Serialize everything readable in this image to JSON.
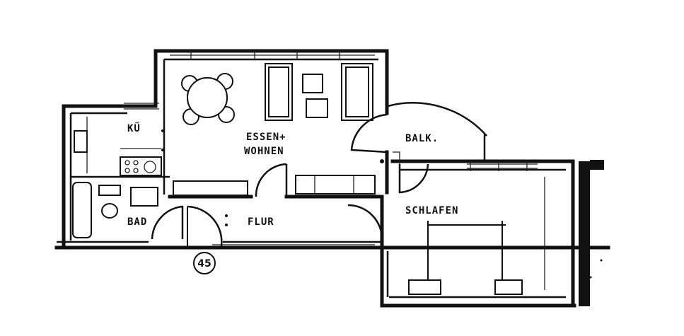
{
  "rooms": {
    "kitchen": "KÜ",
    "dining_living_line1": "ESSEN+",
    "dining_living_line2": "WOHNEN",
    "balcony": "BALK.",
    "bedroom": "SCHLAFEN",
    "bath": "BAD",
    "hallway": "FLUR"
  },
  "unit_marker": "45"
}
